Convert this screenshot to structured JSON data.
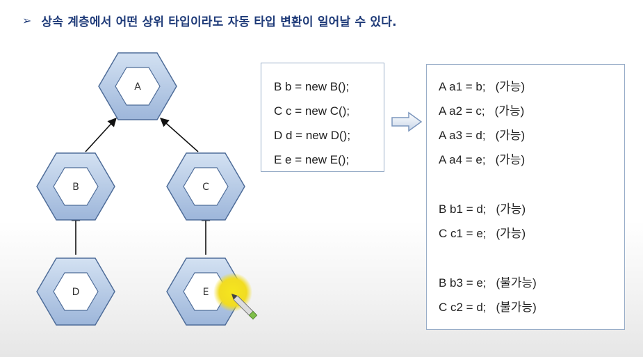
{
  "header": {
    "bullet": "➢",
    "text": "상속 계층에서 어떤 상위 타입이라도 자동 타입 변환이 일어날 수 있다."
  },
  "hierarchy": {
    "nodes": [
      "A",
      "B",
      "C",
      "D",
      "E"
    ],
    "edges": [
      [
        "B",
        "A"
      ],
      [
        "C",
        "A"
      ],
      [
        "D",
        "B"
      ],
      [
        "E",
        "C"
      ]
    ]
  },
  "declarations": [
    "B b = new B();",
    "C c = new C();",
    "D d = new D();",
    "E e = new E();"
  ],
  "assignments": {
    "group1": [
      {
        "code": "A a1 = b;",
        "note": "(가능)"
      },
      {
        "code": "A a2 = c;",
        "note": "(가능)"
      },
      {
        "code": "A a3 = d;",
        "note": "(가능)"
      },
      {
        "code": "A a4 = e;",
        "note": "(가능)"
      }
    ],
    "group2": [
      {
        "code": "B b1 = d;",
        "note": "(가능)"
      },
      {
        "code": "C c1 = e;",
        "note": "(가능)"
      }
    ],
    "group3": [
      {
        "code": "B b3 = e;",
        "note": "(불가능)"
      },
      {
        "code": "C c2 = d;",
        "note": "(불가능)"
      }
    ]
  },
  "colors": {
    "title": "#1e3a78",
    "hex_fill": "#b6cbe6",
    "hex_stroke": "#4f6d99",
    "box_border": "#98adc8",
    "pointer_highlight": "#f4e21a"
  },
  "icons": [
    "bullet-arrow-icon",
    "right-arrow-icon",
    "pen-pointer-icon"
  ]
}
